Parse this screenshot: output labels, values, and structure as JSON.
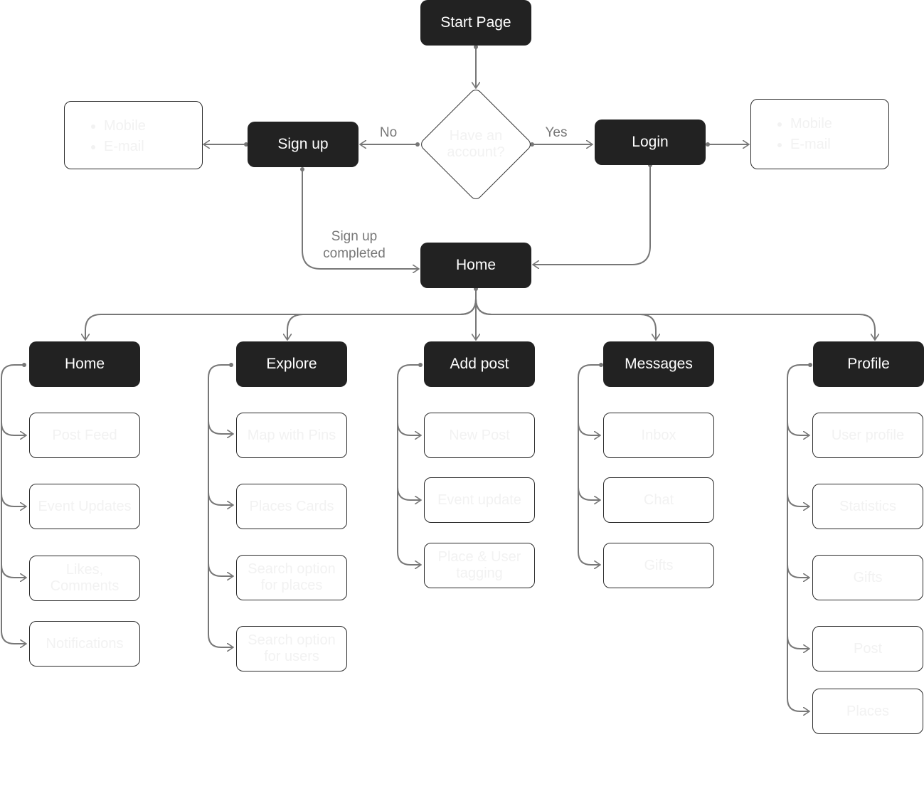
{
  "start": "Start Page",
  "decision": "Have an account?",
  "no_label": "No",
  "yes_label": "Yes",
  "signup": "Sign up",
  "login": "Login",
  "signup_options": [
    "Mobile",
    "E-mail"
  ],
  "login_options": [
    "Mobile",
    "E-mail"
  ],
  "signup_completed": "Sign up completed",
  "home": "Home",
  "sections": [
    {
      "title": "Home",
      "items": [
        "Post Feed",
        "Event Updates",
        "Likes, Comments",
        "Notifications"
      ]
    },
    {
      "title": "Explore",
      "items": [
        "Map with Pins",
        "Places Cards",
        "Search option for places",
        "Search option for users"
      ]
    },
    {
      "title": "Add post",
      "items": [
        "New Post",
        "Event update",
        "Place & User tagging"
      ]
    },
    {
      "title": "Messages",
      "items": [
        "Inbox",
        "Chat",
        "Gifts"
      ]
    },
    {
      "title": "Profile",
      "items": [
        "User profile",
        "Statistics",
        "Gifts",
        "Post",
        "Places"
      ]
    }
  ]
}
